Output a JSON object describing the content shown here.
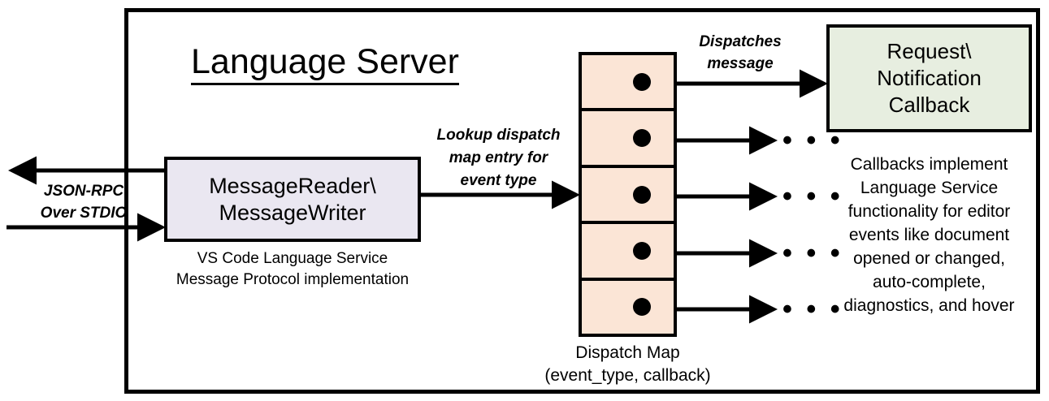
{
  "diagram": {
    "title": "Language Server",
    "frame_color": "#000000",
    "background": "#ffffff"
  },
  "left_flow": {
    "io_label_line1": "JSON-RPC",
    "io_label_line2": "Over STDIO",
    "box": {
      "line1": "MessageReader\\",
      "line2": "MessageWriter",
      "fill": "#EAE7F1"
    },
    "caption_line1": "VS Code Language Service",
    "caption_line2": "Message Protocol implementation"
  },
  "middle_flow": {
    "lookup_label_line1": "Lookup dispatch",
    "lookup_label_line2": "map entry for",
    "lookup_label_line3": "event type",
    "dispatch_map": {
      "fill": "#FBE5D6",
      "rows": 5,
      "caption_line1": "Dispatch Map",
      "caption_line2": "(event_type, callback)"
    }
  },
  "right_flow": {
    "dispatch_label_line1": "Dispatches",
    "dispatch_label_line2": "message",
    "callback_box": {
      "line1": "Request\\",
      "line2": "Notification",
      "line3": "Callback",
      "fill": "#E7EEE0"
    },
    "callback_caption": [
      "Callbacks implement",
      "Language Service",
      "functionality for editor",
      "events like document",
      "opened or changed,",
      "auto-complete,",
      "diagnostics, and hover"
    ],
    "ellipsis": "• • •"
  }
}
